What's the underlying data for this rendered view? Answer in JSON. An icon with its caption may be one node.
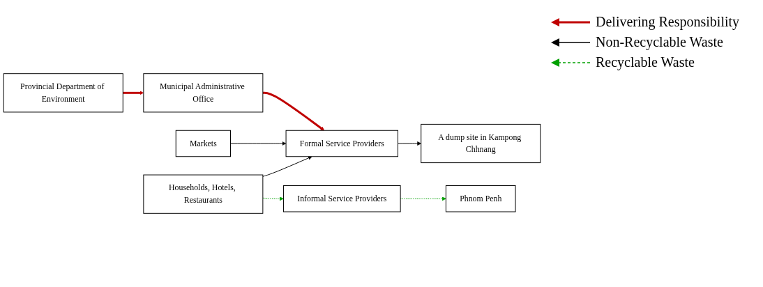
{
  "diagram": {
    "nodes": [
      {
        "text": [
          "Provincial Department of Environment"
        ]
      },
      {
        "text": [
          "Municipal Administrative Office"
        ]
      },
      {
        "text": [
          "Markets"
        ]
      },
      {
        "text": [
          "Formal Service Providers"
        ]
      },
      {
        "text": [
          "A dump site in Kampong Chhnang"
        ]
      },
      {
        "text": [
          "Households, Hotels, Restaurants"
        ]
      },
      {
        "text": [
          "Informal Service Providers"
        ]
      },
      {
        "text": [
          "Phnom Penh"
        ]
      }
    ],
    "edges": [
      {
        "from": 0,
        "to": 1,
        "arrow": "to",
        "style": "thick",
        "color": "#c00000"
      },
      {
        "from": 1,
        "to": 3,
        "arrow": "to",
        "style": "thick",
        "color": "#c00000"
      },
      {
        "from": 2,
        "to": 3,
        "arrow": "to"
      },
      {
        "from": 3,
        "to": 4,
        "arrow": "to"
      },
      {
        "from": 5,
        "to": 3,
        "arrow": "to"
      },
      {
        "from": 5,
        "to": 6,
        "arrow": "to",
        "style": "dashed",
        "color": "#00a000"
      },
      {
        "from": 6,
        "to": 7,
        "arrow": "to",
        "style": "dashed",
        "color": "#00a000"
      }
    ],
    "legend": [
      {
        "text": "Delivering Responsibility"
      },
      {
        "text": "Non-Recyclable Waste"
      },
      {
        "text": "Recyclable Waste"
      }
    ]
  }
}
